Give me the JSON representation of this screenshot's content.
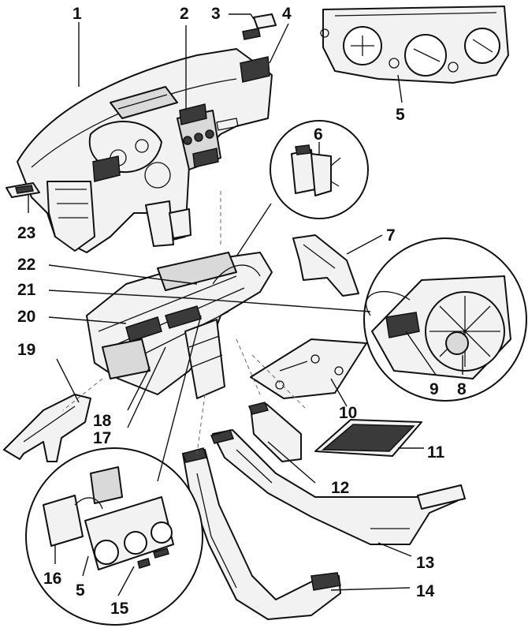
{
  "callouts": {
    "c1": "1",
    "c2": "2",
    "c3": "3",
    "c4": "4",
    "c5a": "5",
    "c5b": "5",
    "c6": "6",
    "c7": "7",
    "c8": "8",
    "c9": "9",
    "c10": "10",
    "c11": "11",
    "c12": "12",
    "c13": "13",
    "c14": "14",
    "c15": "15",
    "c16": "16",
    "c17": "17",
    "c18": "18",
    "c19": "19",
    "c20": "20",
    "c21": "21",
    "c22": "22",
    "c23": "23"
  }
}
